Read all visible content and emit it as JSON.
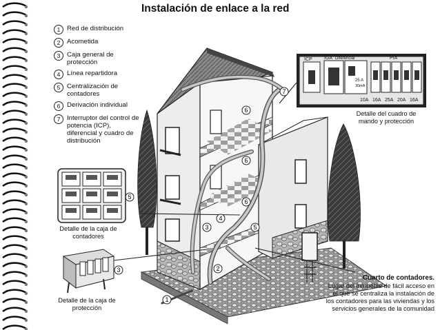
{
  "title": "Instalación de enlace a la red",
  "legend": [
    {
      "num": "①",
      "text": "Red de distribución"
    },
    {
      "num": "②",
      "text": "Acometida"
    },
    {
      "num": "③",
      "text": "Caja general de protección"
    },
    {
      "num": "④",
      "text": "Línea repartidora"
    },
    {
      "num": "⑤",
      "text": "Centralización de contadores"
    },
    {
      "num": "⑥",
      "text": "Derivación individual"
    },
    {
      "num": "⑦",
      "text": "Interruptor del control de potencia (ICP), diferencial y cuadro de distribución"
    }
  ],
  "panel": {
    "icp": "ICP",
    "iga": "IGA",
    "diferencial": "Diferencial",
    "pia": "PIA",
    "rating": "25 A",
    "sensitivity": "30mA",
    "amps": [
      "10A",
      "16A",
      "25A",
      "20A",
      "16A"
    ],
    "caption": "Detalle del cuadro de mando y protección"
  },
  "captions": {
    "contadores": "Detalle de la caja de contadores",
    "proteccion": "Detalle de la caja de protección"
  },
  "callout": {
    "title": "Cuarto de contadores.",
    "text": "Lugar del inmueble de fácil acceso en el que se centraliza la instalación de los contadores para las viviendas y los servicios generales de la comunidad"
  },
  "markers": {
    "m1": "①",
    "m2": "②",
    "m3": "③",
    "m4": "④",
    "m5": "⑤",
    "m6": "⑥",
    "m7": "⑦"
  }
}
